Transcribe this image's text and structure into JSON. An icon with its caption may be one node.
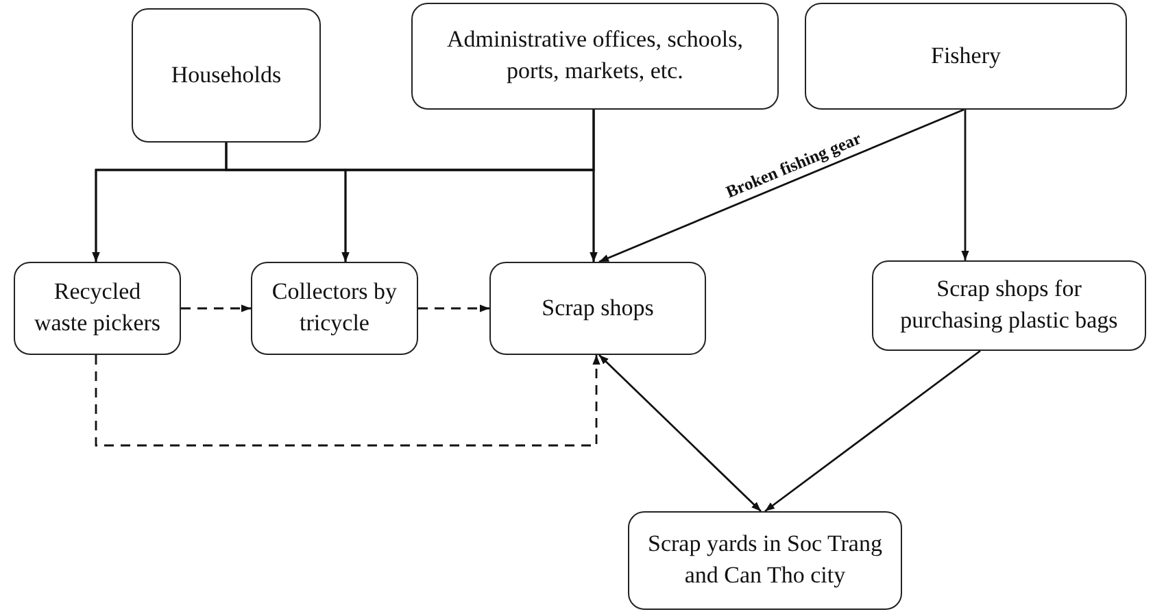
{
  "diagram": {
    "nodes": [
      {
        "text": [
          "Households"
        ]
      },
      {
        "text": [
          "Administrative offices, schools, ports, markets, etc."
        ]
      },
      {
        "text": [
          "Fishery"
        ]
      },
      {
        "text": [
          "Recycled waste pickers"
        ]
      },
      {
        "text": [
          "Collectors by tricycle"
        ]
      },
      {
        "text": [
          "Scrap shops"
        ]
      },
      {
        "text": [
          "Scrap shops for purchasing plastic bags"
        ]
      },
      {
        "text": [
          "Scrap yards in Soc Trang and Can Tho city"
        ]
      }
    ],
    "edges": [
      {
        "from": 0,
        "to": 3,
        "arrow": "to"
      },
      {
        "from": 0,
        "to": 4,
        "arrow": "to"
      },
      {
        "from": 0,
        "to": 5,
        "arrow": "to"
      },
      {
        "from": 1,
        "to": 3,
        "arrow": "to"
      },
      {
        "from": 1,
        "to": 4,
        "arrow": "to"
      },
      {
        "from": 1,
        "to": 5,
        "arrow": "to"
      },
      {
        "from": 2,
        "to": 5,
        "arrow": "to",
        "label": "Broken fishing gear"
      },
      {
        "from": 2,
        "to": 6,
        "arrow": "to"
      },
      {
        "from": 3,
        "to": 4,
        "arrow": "to",
        "style": "dashed"
      },
      {
        "from": 4,
        "to": 5,
        "arrow": "to",
        "style": "dashed"
      },
      {
        "from": 3,
        "to": 5,
        "arrow": "to",
        "style": "dashed"
      },
      {
        "from": 5,
        "to": 7,
        "arrow": "both"
      },
      {
        "from": 6,
        "to": 7,
        "arrow": "to"
      }
    ]
  }
}
